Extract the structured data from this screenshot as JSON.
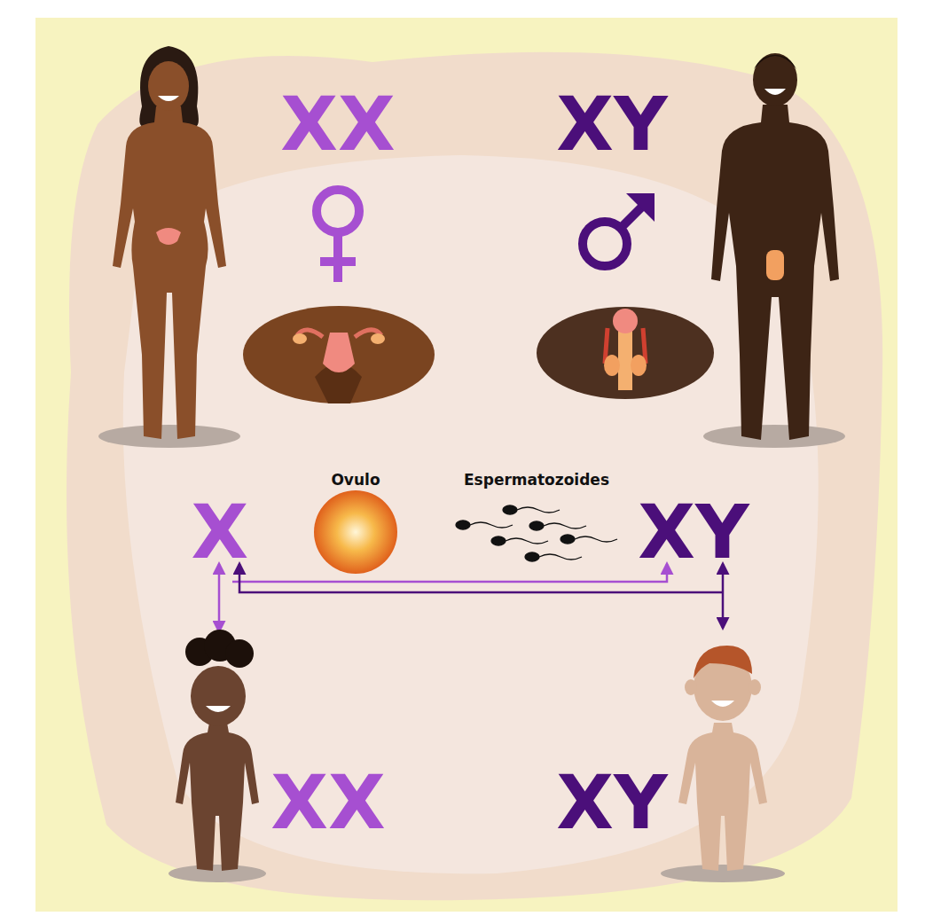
{
  "diagram": {
    "labels": [
      "XX",
      "XY",
      "Ovulo",
      "Espermatozoides",
      "X",
      "XY",
      "XX",
      "XY"
    ]
  }
}
